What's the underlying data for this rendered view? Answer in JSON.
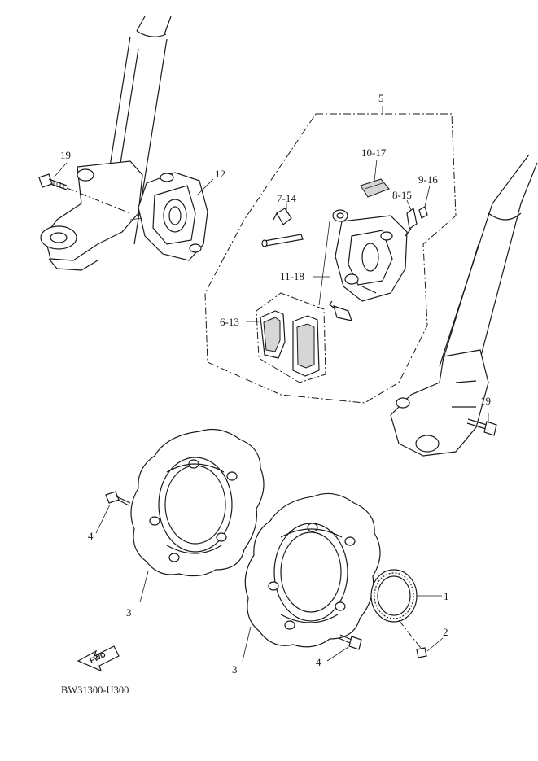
{
  "labels": {
    "l1": "1",
    "l2": "2",
    "l3a": "3",
    "l3b": "3",
    "l4a": "4",
    "l4b": "4",
    "l5": "5",
    "l6": "6-13",
    "l7": "7-14",
    "l8": "8-15",
    "l9": "9-16",
    "l10": "10-17",
    "l11": "11-18",
    "l12": "12",
    "l19a": "19",
    "l19b": "19"
  },
  "fwd_badge": "FWD",
  "diagram_code": "BW31300-U300"
}
